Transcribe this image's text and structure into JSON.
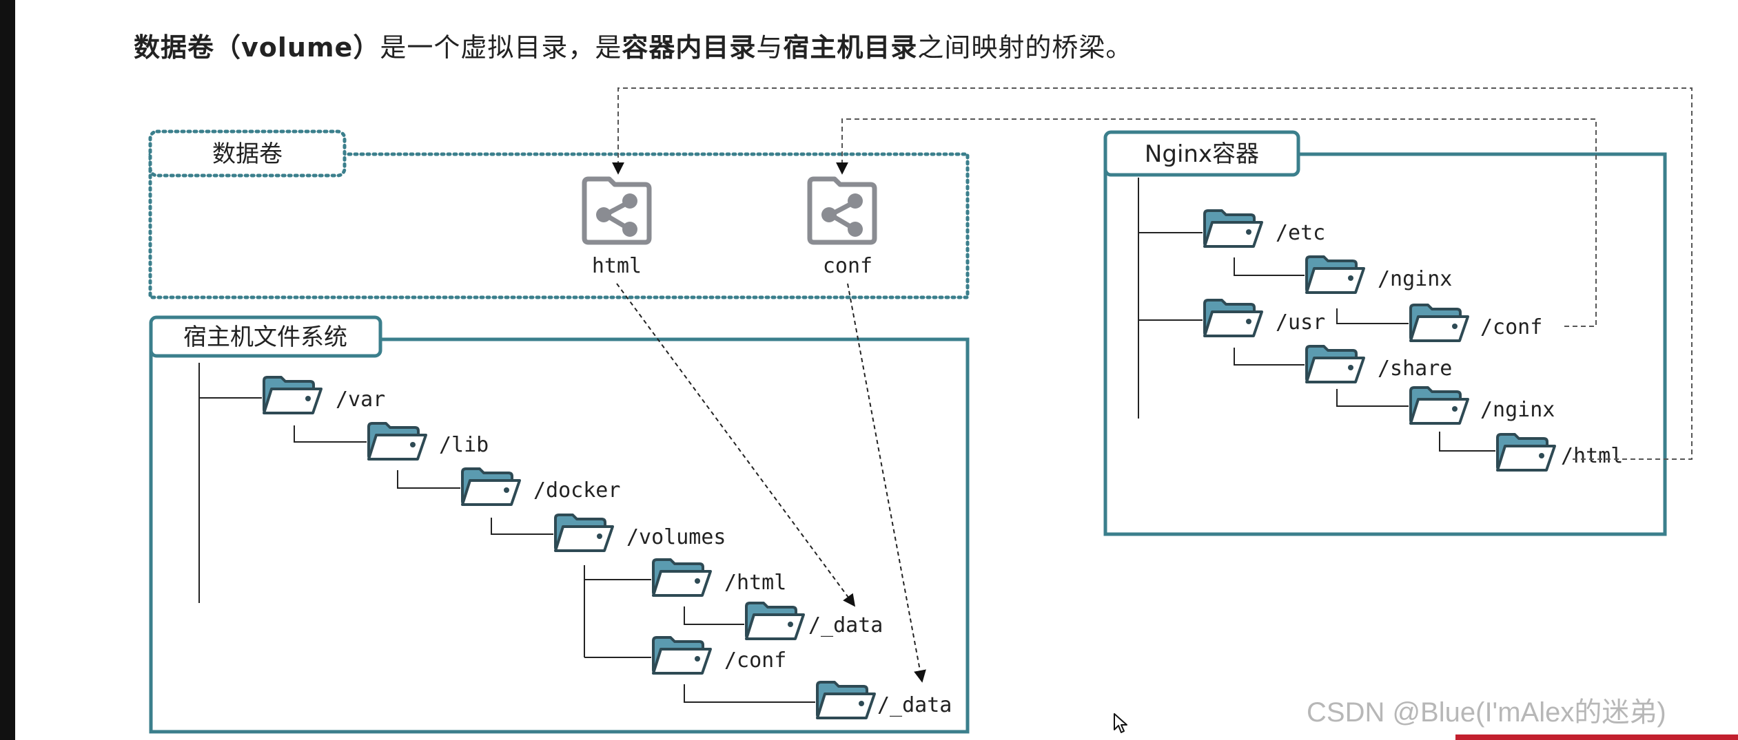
{
  "heading": {
    "part1": "数据卷（volume）",
    "part2": "是一个虚拟目录，是",
    "part3": "容器内目录",
    "part4": "与",
    "part5": "宿主机目录",
    "part6": "之间映射的桥梁。"
  },
  "volume_box": {
    "title": "数据卷",
    "volumes": [
      "html",
      "conf"
    ]
  },
  "host_fs": {
    "title": "宿主机文件系统",
    "folders": [
      "/var",
      "/lib",
      "/docker",
      "/volumes",
      "/html",
      "/_data",
      "/conf",
      "/_data"
    ]
  },
  "nginx": {
    "title": "Nginx容器",
    "folders": [
      "/etc",
      "/nginx",
      "/usr",
      "/conf",
      "/share",
      "/nginx",
      "/html"
    ]
  },
  "watermark": "CSDN @Blue(I'mAlex的迷弟)",
  "colors": {
    "teal": "#3b7f8c",
    "folder_fill": "#5b9bb0",
    "folder_stroke": "#2e4a54",
    "volume_icon": "#8a8c92"
  }
}
